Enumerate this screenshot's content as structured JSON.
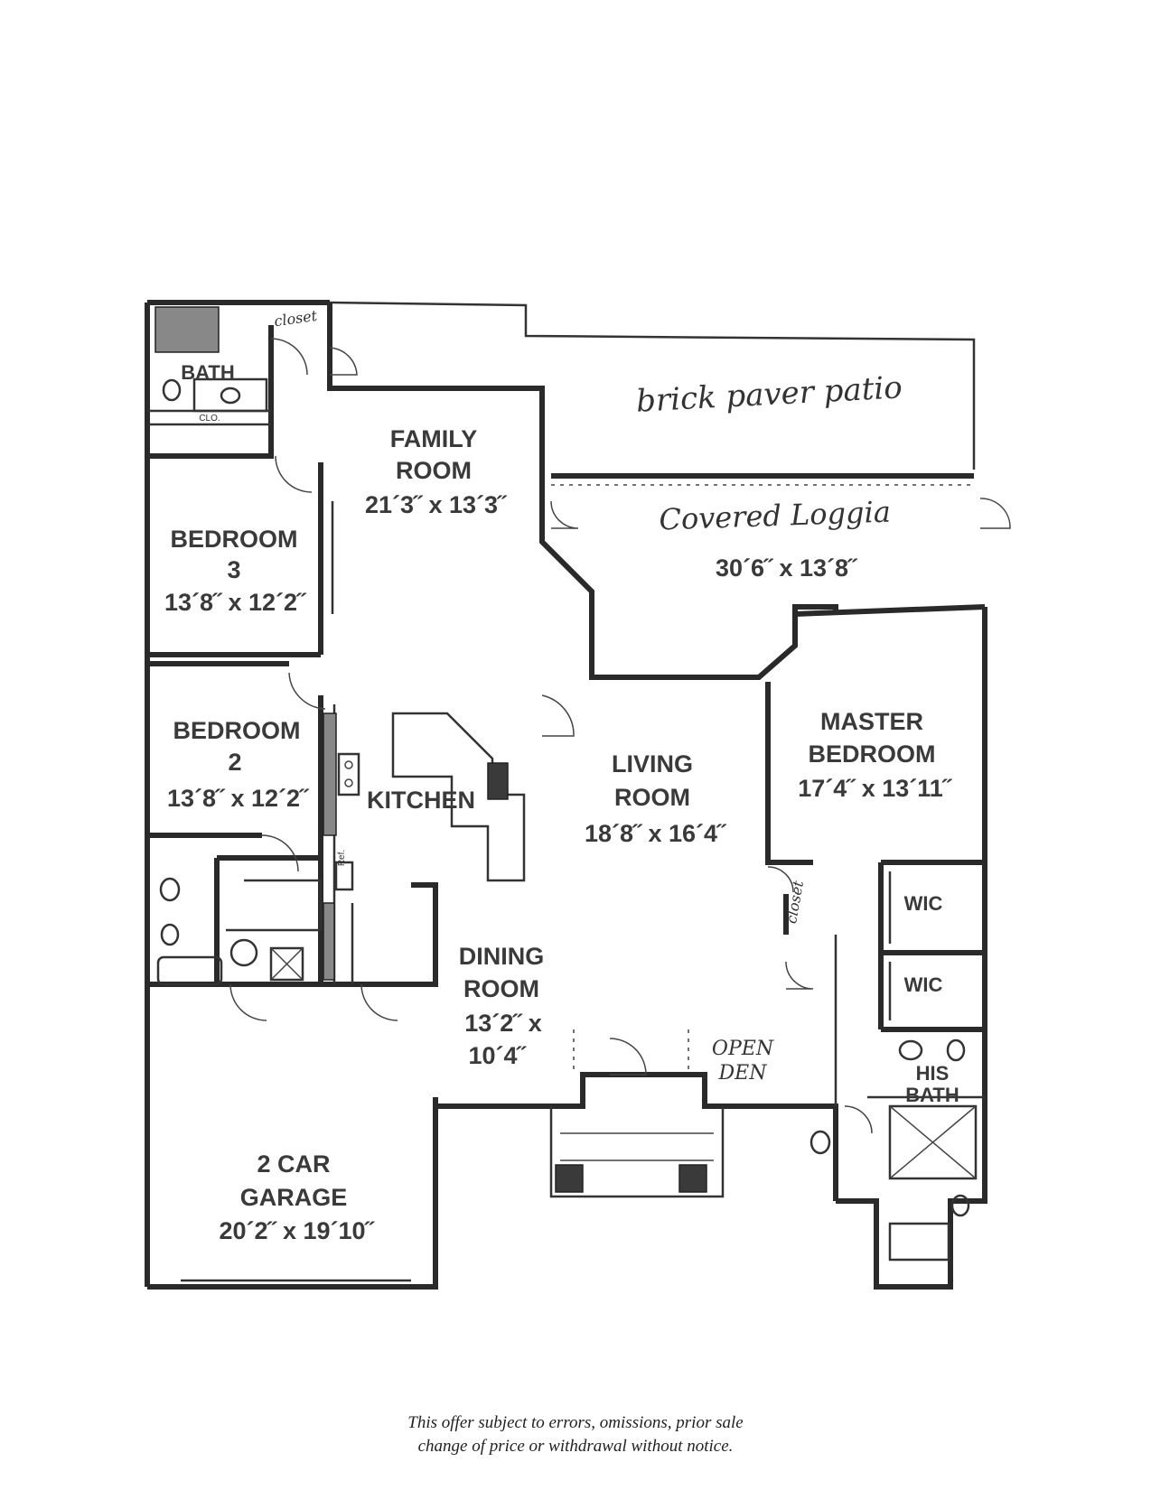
{
  "rooms": {
    "bath_top": "BATH",
    "clo": "CLO.",
    "closet_hand": "closet",
    "family_line1": "FAMILY",
    "family_line2": "ROOM",
    "family_dim": "21´3˝ x 13´3˝",
    "bed3_line1": "BEDROOM",
    "bed3_line2": "3",
    "bed3_dim": "13´8˝ x 12´2˝",
    "bed2_line1": "BEDROOM",
    "bed2_line2": "2",
    "bed2_dim": "13´8˝ x 12´2˝",
    "kitchen": "KITCHEN",
    "ref": "Ref.",
    "living_line1": "LIVING",
    "living_line2": "ROOM",
    "living_dim": "18´8˝ x 16´4˝",
    "master_line1": "MASTER",
    "master_line2": "BEDROOM",
    "master_dim": "17´4˝ x 13´11˝",
    "dining_line1": "DINING",
    "dining_line2": "ROOM",
    "dining_dim1": "13´2˝ x",
    "dining_dim2": "10´4˝",
    "garage_line1": "2 CAR",
    "garage_line2": "GARAGE",
    "garage_dim": "20´2˝ x 19´10˝",
    "wic1": "WIC",
    "wic2": "WIC",
    "his_bath1": "HIS",
    "his_bath2": "BATH",
    "closet_master_hand": "closet",
    "open_den1": "OPEN",
    "open_den2": "DEN",
    "patio_hand": "brick paver patio",
    "loggia_hand": "Covered Loggia",
    "loggia_dim": "30´6˝ x 13´8˝"
  },
  "disclaimer": {
    "line1": "This offer subject to errors, omissions, prior sale",
    "line2": "change of price or withdrawal without notice."
  }
}
